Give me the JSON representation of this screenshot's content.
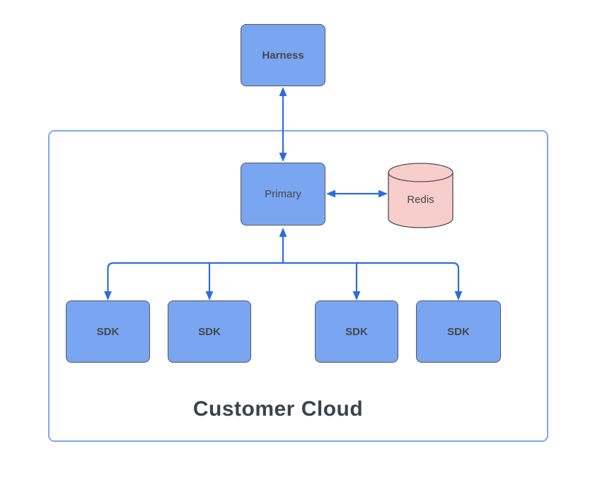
{
  "diagram": {
    "container_label": "Customer Cloud",
    "nodes": {
      "harness": "Harness",
      "primary": "Primary",
      "redis": "Redis",
      "sdks": [
        "SDK",
        "SDK",
        "SDK",
        "SDK"
      ]
    },
    "edges": [
      {
        "from": "Harness",
        "to": "Primary",
        "direction": "bidirectional"
      },
      {
        "from": "Primary",
        "to": "Redis",
        "direction": "bidirectional"
      },
      {
        "from": "Primary",
        "to": "SDK",
        "direction": "bidirectional",
        "note": "fan-out from Primary to four SDK nodes, arrow back up to Primary"
      }
    ],
    "colors": {
      "node_fill": "#7AA5F0",
      "node_border": "#56585A",
      "container_border": "#7EA6F0",
      "redis_fill": "#F8CECC",
      "redis_border": "#4D4D4D",
      "arrow": "#2D6CDB",
      "label_text": "#45484B",
      "title_text": "#3B434C"
    }
  }
}
